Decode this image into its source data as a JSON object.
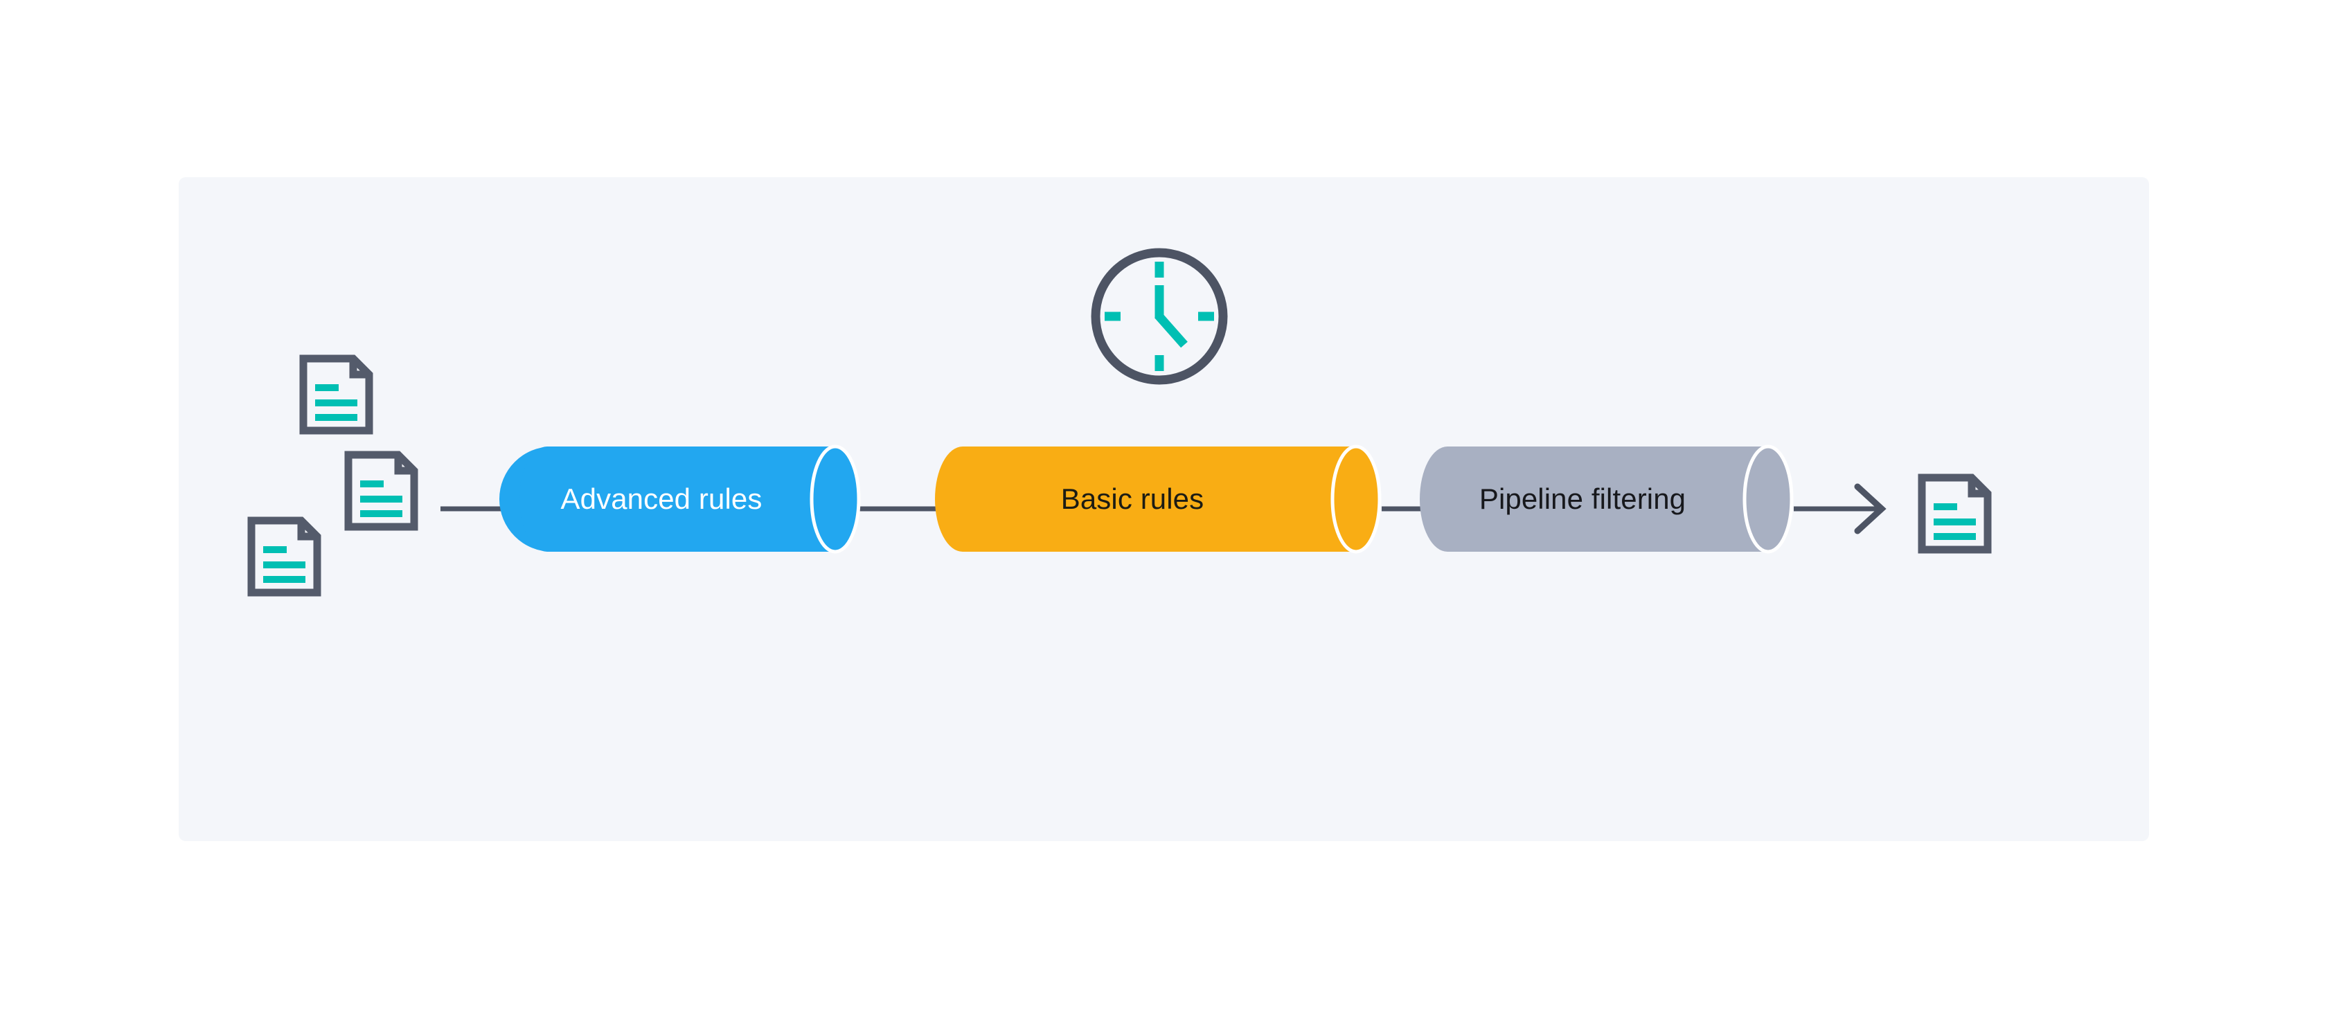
{
  "panel": {
    "background_color": "#f4f6fa",
    "name": "diagram-canvas"
  },
  "diagram": {
    "title": "",
    "type": "pipeline-flow",
    "flow_direction": "left-to-right",
    "colors": {
      "stage_blue": "#22a7f0",
      "stage_orange": "#f9ad14",
      "stage_gray": "#a8b0c2",
      "connector": "#4d5464",
      "icon_outline": "#545b6b",
      "icon_accent_teal": "#00bfb3",
      "canvas": "#f4f6fa",
      "cap_stroke": "#ffffff"
    },
    "stages": [
      {
        "id": "advanced-rules",
        "label": "Advanced rules",
        "color": "#22a7f0",
        "text_color": "#ffffff"
      },
      {
        "id": "basic-rules",
        "label": "Basic rules",
        "color": "#f9ad14",
        "text_color": "#1c1c14"
      },
      {
        "id": "pipeline-filtering",
        "label": "Pipeline filtering",
        "color": "#a8b0c2",
        "text_color": "#17181c"
      }
    ],
    "input_documents": [
      {
        "id": "input-document-1"
      },
      {
        "id": "input-document-2"
      },
      {
        "id": "input-document-3"
      }
    ],
    "output_documents": [
      {
        "id": "output-document-1"
      }
    ],
    "clock": {
      "id": "clock-icon",
      "hour_hand": "4",
      "minute_hand": "12",
      "tick_positions": [
        "12",
        "3",
        "6",
        "9"
      ],
      "rim_color": "#4d5464",
      "hand_color": "#00bfb3"
    },
    "connectors": [
      {
        "id": "connector-docs-to-advanced"
      },
      {
        "id": "connector-advanced-to-basic"
      },
      {
        "id": "connector-basic-to-pipeline"
      },
      {
        "id": "connector-pipeline-to-output",
        "arrowhead": true
      }
    ]
  }
}
